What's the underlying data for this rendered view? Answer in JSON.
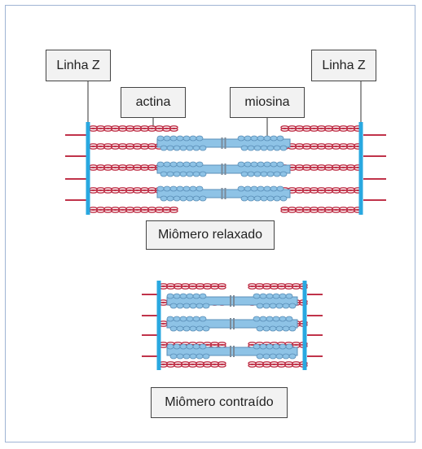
{
  "labels": {
    "z_line_left": "Linha Z",
    "z_line_right": "Linha Z",
    "actin": "actina",
    "myosin": "miosina",
    "relaxed": "Miômero relaxado",
    "contracted": "Miômero contraído"
  },
  "colors": {
    "z_line": "#29a8e0",
    "actin": "#c0334a",
    "myosin": "#8ec3e6",
    "myosin_stroke": "#5a8fb8",
    "label_bg": "#f2f2f2",
    "frame": "#9fb4d4"
  }
}
